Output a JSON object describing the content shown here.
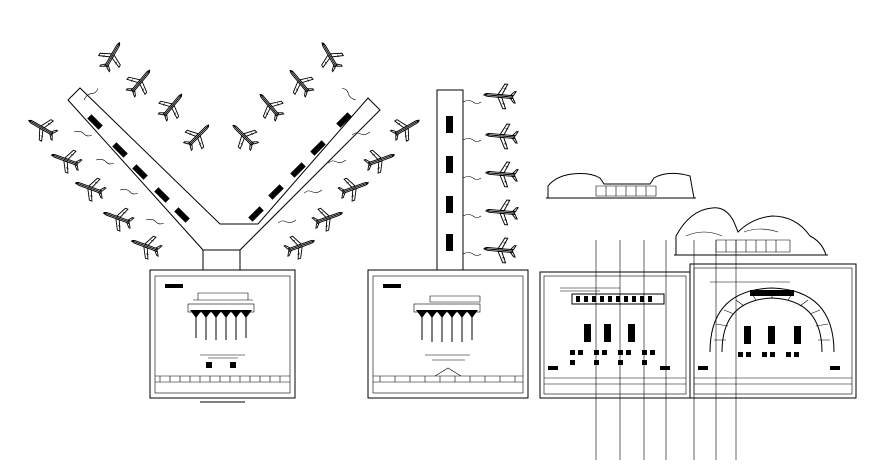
{
  "drawing": {
    "description_visible_text": "",
    "ink_color": "#000000",
    "paper_color": "#ffffff"
  },
  "aircraft": {
    "icon": "airplane-icon",
    "y_pier_count": 18,
    "straight_pier_count": 5
  },
  "plans": [
    {
      "id": "y-terminal"
    },
    {
      "id": "straight-terminal"
    },
    {
      "id": "section-plan-left"
    },
    {
      "id": "section-plan-right"
    }
  ]
}
